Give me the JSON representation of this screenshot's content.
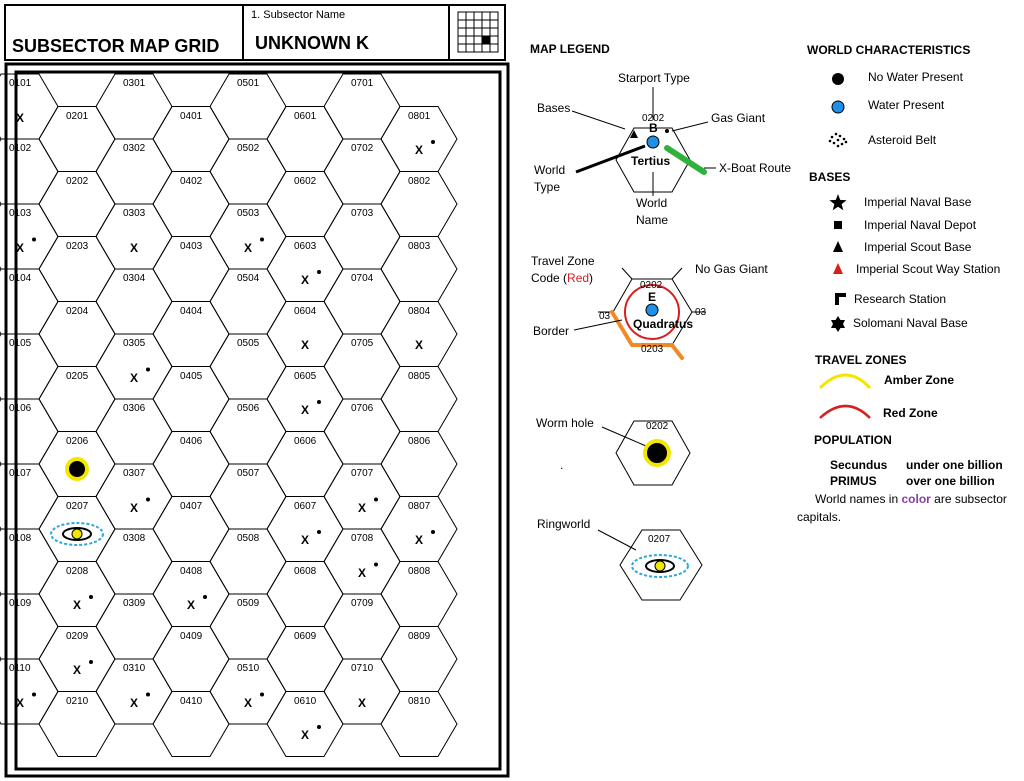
{
  "header": {
    "title": "SUBSECTOR MAP GRID",
    "name_label": "1. Subsector Name",
    "name_value": "UNKNOWN K"
  },
  "hexes": [
    {
      "id": "0101",
      "world": true
    },
    {
      "id": "0102"
    },
    {
      "id": "0103",
      "world": true,
      "gas_giant": true
    },
    {
      "id": "0104"
    },
    {
      "id": "0105"
    },
    {
      "id": "0106"
    },
    {
      "id": "0107"
    },
    {
      "id": "0108"
    },
    {
      "id": "0109"
    },
    {
      "id": "0110",
      "world": true,
      "gas_giant": true
    },
    {
      "id": "0201"
    },
    {
      "id": "0202"
    },
    {
      "id": "0203"
    },
    {
      "id": "0204"
    },
    {
      "id": "0205"
    },
    {
      "id": "0206",
      "special": "wormhole"
    },
    {
      "id": "0207",
      "special": "ringworld"
    },
    {
      "id": "0208",
      "world": true,
      "gas_giant": true
    },
    {
      "id": "0209",
      "world": true,
      "gas_giant": true
    },
    {
      "id": "0210"
    },
    {
      "id": "0301"
    },
    {
      "id": "0302"
    },
    {
      "id": "0303",
      "world": true
    },
    {
      "id": "0304"
    },
    {
      "id": "0305",
      "world": true,
      "gas_giant": true
    },
    {
      "id": "0306"
    },
    {
      "id": "0307",
      "world": true,
      "gas_giant": true
    },
    {
      "id": "0308"
    },
    {
      "id": "0309"
    },
    {
      "id": "0310",
      "world": true,
      "gas_giant": true
    },
    {
      "id": "0401"
    },
    {
      "id": "0402"
    },
    {
      "id": "0403"
    },
    {
      "id": "0404"
    },
    {
      "id": "0405"
    },
    {
      "id": "0406"
    },
    {
      "id": "0407"
    },
    {
      "id": "0408",
      "world": true,
      "gas_giant": true
    },
    {
      "id": "0409"
    },
    {
      "id": "0410"
    },
    {
      "id": "0501"
    },
    {
      "id": "0502"
    },
    {
      "id": "0503",
      "world": true,
      "gas_giant": true
    },
    {
      "id": "0504"
    },
    {
      "id": "0505"
    },
    {
      "id": "0506"
    },
    {
      "id": "0507"
    },
    {
      "id": "0508"
    },
    {
      "id": "0509"
    },
    {
      "id": "0510",
      "world": true,
      "gas_giant": true
    },
    {
      "id": "0601"
    },
    {
      "id": "0602"
    },
    {
      "id": "0603",
      "world": true,
      "gas_giant": true
    },
    {
      "id": "0604",
      "world": true
    },
    {
      "id": "0605",
      "world": true,
      "gas_giant": true
    },
    {
      "id": "0606"
    },
    {
      "id": "0607",
      "world": true,
      "gas_giant": true
    },
    {
      "id": "0608"
    },
    {
      "id": "0609"
    },
    {
      "id": "0610",
      "world": true,
      "gas_giant": true
    },
    {
      "id": "0701"
    },
    {
      "id": "0702"
    },
    {
      "id": "0703"
    },
    {
      "id": "0704"
    },
    {
      "id": "0705"
    },
    {
      "id": "0706"
    },
    {
      "id": "0707",
      "world": true,
      "gas_giant": true
    },
    {
      "id": "0708",
      "world": true,
      "gas_giant": true
    },
    {
      "id": "0709"
    },
    {
      "id": "0710",
      "world": true
    },
    {
      "id": "0801",
      "world": true,
      "gas_giant": true
    },
    {
      "id": "0802"
    },
    {
      "id": "0803"
    },
    {
      "id": "0804",
      "world": true
    },
    {
      "id": "0805"
    },
    {
      "id": "0806"
    },
    {
      "id": "0807",
      "world": true,
      "gas_giant": true
    },
    {
      "id": "0808"
    },
    {
      "id": "0809"
    },
    {
      "id": "0810"
    }
  ],
  "world_marker": "X",
  "legend": {
    "title": "MAP LEGEND",
    "starport_type": "Starport Type",
    "bases": "Bases",
    "gas_giant": "Gas Giant",
    "world_type_1": "World",
    "world_type_2": "Type",
    "xboat_route": "X-Boat Route",
    "world_name_1": "World",
    "world_name_2": "Name",
    "ex1_hex": "0202",
    "ex1_port": "B",
    "ex1_name": "Tertius",
    "travel_zone_1": "Travel Zone",
    "travel_zone_2a": "Code (",
    "travel_zone_red": "Red",
    "travel_zone_2b": ")",
    "no_gas_giant": "No Gas Giant",
    "border": "Border",
    "ex2_hex": "0202",
    "ex2_hex_below": "0203",
    "ex2_port": "E",
    "ex2_name": "Quadratus",
    "ex2_left_frag": "03",
    "ex2_right_frag": "03",
    "worm_hole": "Worm hole",
    "ex3_hex": "0202",
    "ringworld": "Ringworld",
    "ex4_hex": "0207",
    "stray_dot": "."
  },
  "world_characteristics": {
    "title": "WORLD CHARACTERISTICS",
    "items": [
      "No Water Present",
      "Water Present",
      "Asteroid Belt"
    ]
  },
  "bases": {
    "title": "BASES",
    "items": [
      "Imperial Naval Base",
      "Imperial Naval Depot",
      "Imperial Scout Base",
      "Imperial Scout Way Station",
      "Research Station",
      "Solomani Naval Base"
    ]
  },
  "travel_zones": {
    "title": "TRAVEL ZONES",
    "amber": "Amber Zone",
    "red": "Red Zone"
  },
  "population": {
    "title": "POPULATION",
    "secundus": "Secundus",
    "under": "under one billion",
    "primus": "PRIMUS",
    "over": "over one billion",
    "note_a": "World names in ",
    "note_color": "color",
    "note_b": " are subsector",
    "note_c": "capitals."
  },
  "colors": {
    "water": "#1e90e8",
    "amber": "#f3e600",
    "red": "#d62020",
    "xboat": "#2fb23c",
    "border": "#f08a28",
    "ring_blue": "#2aa6e0",
    "capital": "#8a3fa0"
  }
}
